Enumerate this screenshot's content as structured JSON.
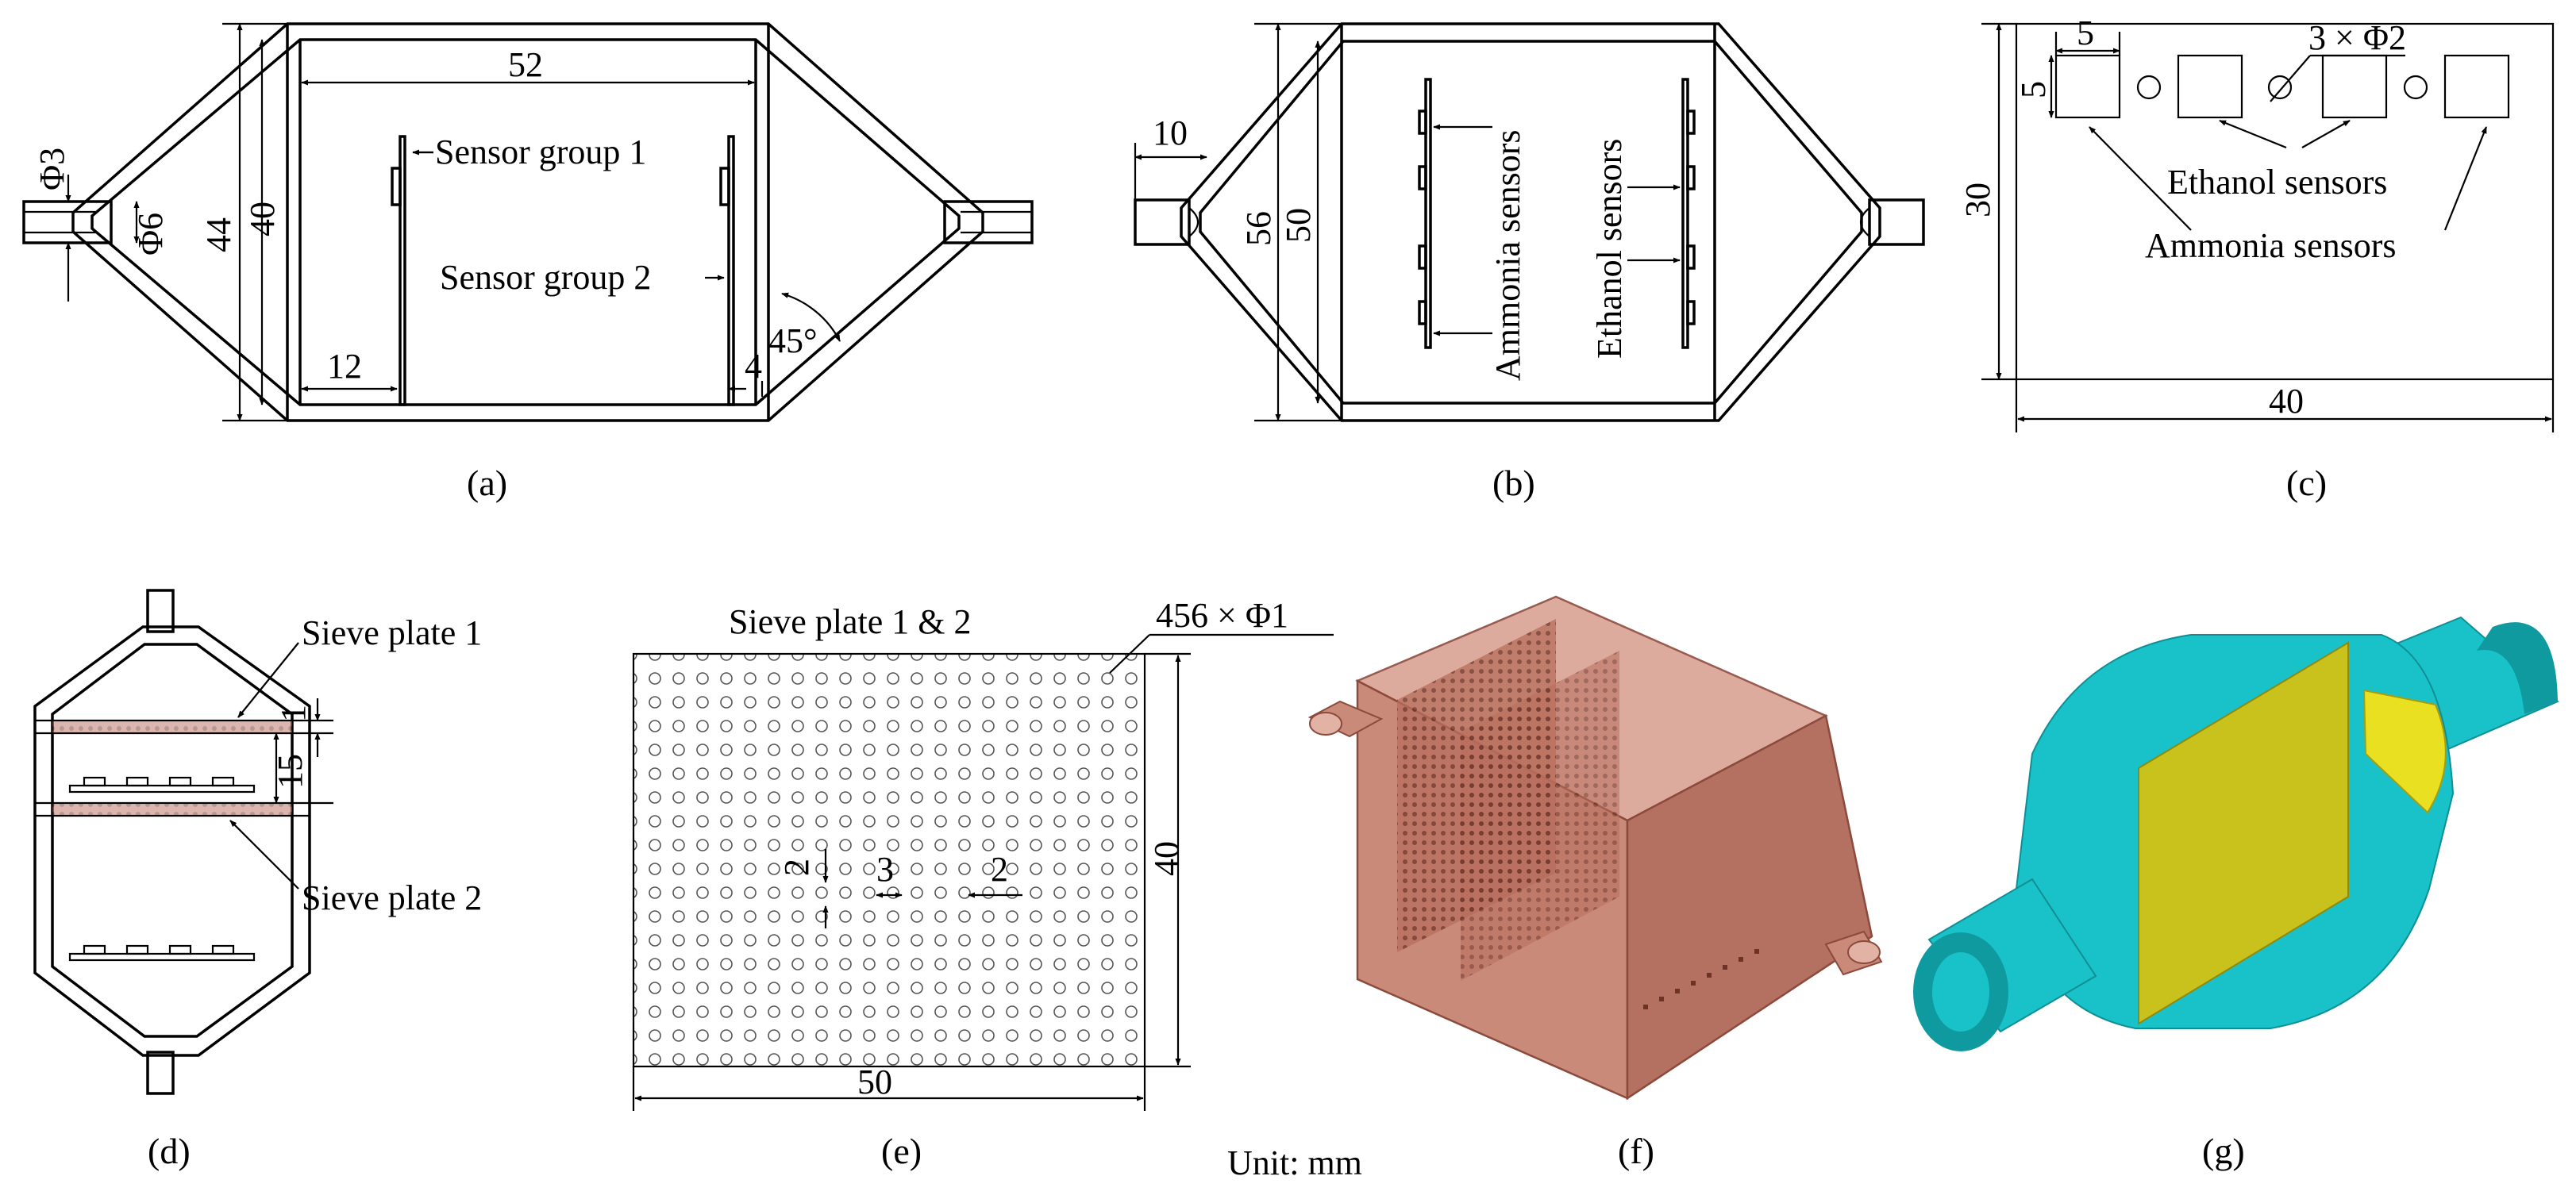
{
  "panels": {
    "a": {
      "caption": "(a)",
      "dims": {
        "d52": "52",
        "d40": "40",
        "d44": "44",
        "d12": "12",
        "d4": "4",
        "phi3": "Φ3",
        "phi6": "Φ6",
        "angle": "45°"
      },
      "labels": {
        "group1": "Sensor group 1",
        "group2": "Sensor group 2"
      }
    },
    "b": {
      "caption": "(b)",
      "dims": {
        "d10": "10",
        "d56": "56",
        "d50": "50"
      },
      "labels": {
        "ammonia": "Ammonia sensors",
        "ethanol": "Ethanol sensors"
      }
    },
    "c": {
      "caption": "(c)",
      "dims": {
        "w5": "5",
        "h5": "5",
        "holes": "3 × Φ2",
        "d30": "30",
        "d40": "40"
      },
      "labels": {
        "ethanol": "Ethanol sensors",
        "ammonia": "Ammonia sensors"
      }
    },
    "d": {
      "caption": "(d)",
      "dims": {
        "d1": "1",
        "d15": "15"
      },
      "labels": {
        "sieve1": "Sieve plate 1",
        "sieve2": "Sieve plate 2"
      }
    },
    "e": {
      "caption": "(e)",
      "title": "Sieve plate 1 & 2",
      "dims": {
        "holes": "456 × Φ1",
        "d40": "40",
        "d50": "50",
        "v2": "2",
        "h3": "3",
        "h2": "2"
      }
    },
    "f": {
      "caption": "(f)"
    },
    "g": {
      "caption": "(g)"
    }
  },
  "unit": "Unit: mm",
  "colors": {
    "line": "#000000",
    "copper": "#c98a7a",
    "copperDark": "#a3604f",
    "cyan": "#19c2c8",
    "cyanDark": "#0f9aa0",
    "yellow": "#c9c21c",
    "yellowDark": "#a39e10"
  }
}
